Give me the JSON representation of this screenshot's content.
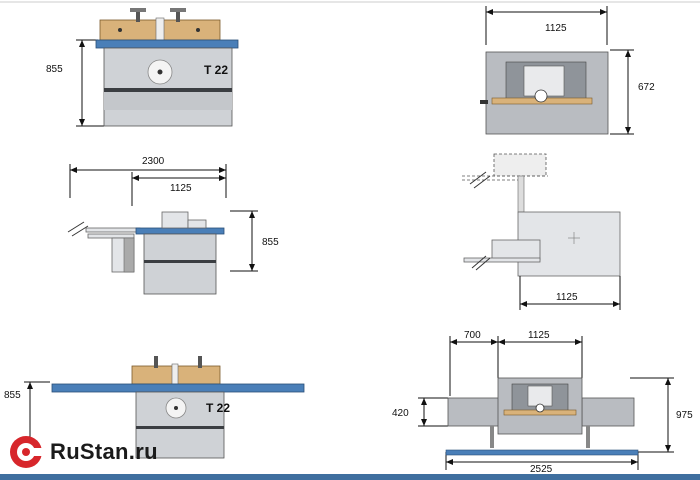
{
  "diagram": {
    "front_view": {
      "width_dim": "",
      "height_dim": "855",
      "machine_label": "T 22"
    },
    "top_view": {
      "width_dim": "1125",
      "depth_dim": "672"
    },
    "side_view": {
      "total_dim": "2300",
      "inner_dim": "1125",
      "height_dim": "855"
    },
    "plan_view": {
      "width_dim": "1125"
    },
    "front_ext_view": {
      "height_dim": "855",
      "machine_label": "T 22"
    },
    "ext_top_view": {
      "left_dim": "700",
      "center_dim": "1125",
      "height_left_dim": "420",
      "height_right_dim": "975",
      "total_dim": "2525"
    }
  },
  "logo": {
    "text": "RuStan.ru",
    "brand_color": "#d7262b"
  }
}
